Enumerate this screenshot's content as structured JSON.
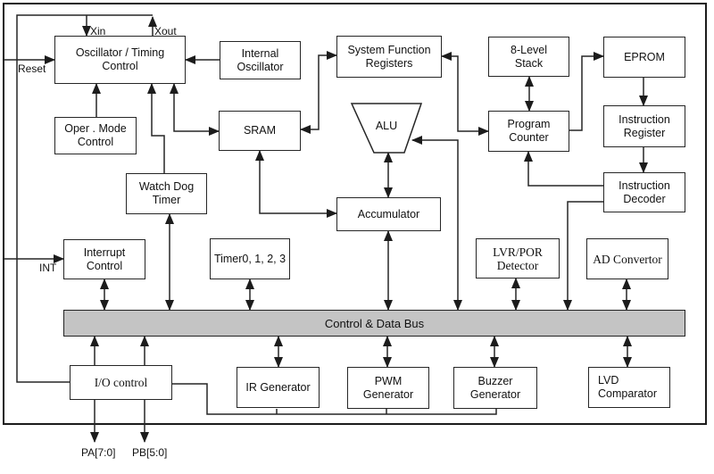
{
  "diagram": {
    "kind": "microcontroller-block-diagram",
    "bus": {
      "label": "Control & Data Bus",
      "fill": "#c4c4c4"
    },
    "blocks": {
      "osc_timing": {
        "label": "Oscillator / Timing\nControl"
      },
      "internal_osc": {
        "label": "Internal\nOscillator"
      },
      "sys_func_reg": {
        "label": "System Function\nRegisters"
      },
      "stack": {
        "label": "8-Level\nStack"
      },
      "eprom": {
        "label": "EPROM"
      },
      "oper_mode": {
        "label": "Oper . Mode\nControl"
      },
      "sram": {
        "label": "SRAM"
      },
      "alu": {
        "label": "ALU"
      },
      "program_counter": {
        "label": "Program\nCounter"
      },
      "instr_register": {
        "label": "Instruction\nRegister"
      },
      "watchdog": {
        "label": "Watch Dog\nTimer"
      },
      "instr_decoder": {
        "label": "Instruction\nDecoder"
      },
      "accumulator": {
        "label": "Accumulator"
      },
      "interrupt": {
        "label": "Interrupt\nControl"
      },
      "timers": {
        "label": "Timer0, 1, 2, 3"
      },
      "lvr_por": {
        "label": "LVR/POR\nDetector"
      },
      "ad_conv": {
        "label": "AD Convertor"
      },
      "io_control": {
        "label": "I/O control"
      },
      "ir_gen": {
        "label": "IR Generator"
      },
      "pwm_gen": {
        "label": "PWM\nGenerator"
      },
      "buzzer_gen": {
        "label": "Buzzer\nGenerator"
      },
      "lvd_comp": {
        "label": "LVD\nComparator"
      }
    },
    "pins": {
      "xin": "Xin",
      "xout": "Xout",
      "reset": "Reset",
      "int": "INT",
      "pa": "PA[7:0]",
      "pb": "PB[5:0]"
    },
    "connections": [
      "Xin -> Oscillator / Timing Control",
      "Oscillator / Timing Control -> Xout",
      "Reset -> Oscillator / Timing Control",
      "Internal Oscillator -> Oscillator / Timing Control",
      "Oper . Mode Control -> Oscillator / Timing Control",
      "Watch Dog Timer -> Oscillator / Timing Control",
      "Oscillator / Timing Control <-> SRAM",
      "SRAM <-> System Function Registers",
      "System Function Registers <-> Program Counter",
      "8-Level Stack <-> Program Counter",
      "Program Counter -> EPROM",
      "EPROM -> Instruction Register",
      "Instruction Register -> Instruction Decoder",
      "Instruction Decoder -> Program Counter",
      "Instruction Decoder -> Control & Data Bus",
      "SRAM <-> Accumulator",
      "ALU <-> Accumulator",
      "ALU <-> Control & Data Bus",
      "Accumulator <-> Control & Data Bus",
      "INT -> Interrupt Control",
      "Interrupt Control <-> Control & Data Bus",
      "Watch Dog Timer <-> Control & Data Bus",
      "Timer0, 1, 2, 3 <-> Control & Data Bus",
      "LVR/POR Detector <-> Control & Data Bus",
      "AD Convertor <-> Control & Data Bus",
      "I/O control -> Control & Data Bus",
      "Control & Data Bus <-> IR Generator",
      "Control & Data Bus <-> PWM Generator",
      "Control & Data Bus <-> Buzzer Generator",
      "Control & Data Bus <-> LVD Comparator",
      "I/O control -> PA[7:0]",
      "I/O control -> PB[5:0]",
      "I/O control - IR/PWM/Buzzer Generators (port sharing)"
    ]
  }
}
